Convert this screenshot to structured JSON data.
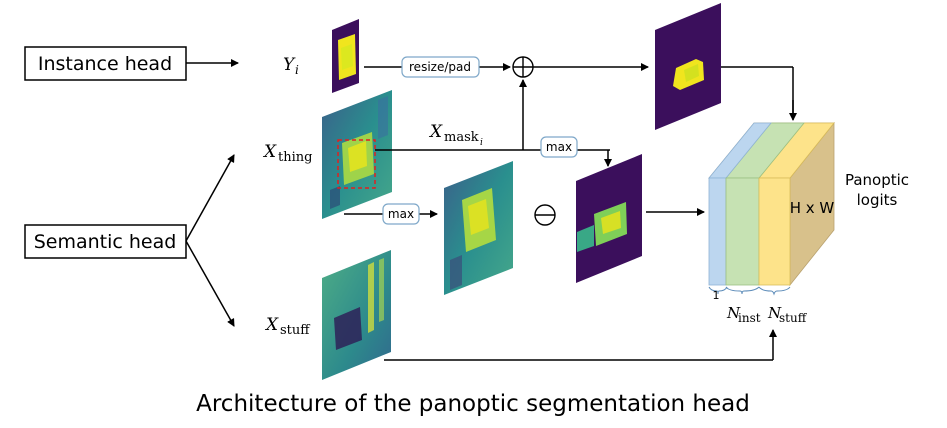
{
  "boxes": {
    "instance_head": "Instance head",
    "semantic_head": "Semantic head"
  },
  "ops": {
    "resize_pad": "resize/pad",
    "max_top": "max",
    "max_bottom": "max",
    "plus_symbol": "⊕",
    "minus_symbol": "⊖"
  },
  "math_labels": {
    "y_main": "Y",
    "y_sub": "i",
    "x_thing_main": "X",
    "x_thing_sub": "thing",
    "x_mask_main": "X",
    "x_mask_sub": "mask",
    "x_mask_subsub": "i",
    "x_stuff_main": "X",
    "x_stuff_sub": "stuff"
  },
  "output": {
    "title_line1": "Panoptic",
    "title_line2": "logits",
    "size_label": "H x W",
    "dim_one": "1",
    "n_inst_main": "N",
    "n_inst_sub": "inst",
    "n_stuff_main": "N",
    "n_stuff_sub": "stuff"
  },
  "colors": {
    "heat_dark": "#3b0f5c",
    "heat_mid": "#2a7f8e",
    "heat_bright": "#f0e51e",
    "layer_blue": "#bcd6ef",
    "layer_green": "#c6e2b3",
    "layer_yellow": "#fde38a",
    "volume_tan": "#d8c18b",
    "pill_border": "#7fa8c9",
    "roi_red": "#e02020"
  },
  "caption": "Architecture of the panoptic segmentation head"
}
